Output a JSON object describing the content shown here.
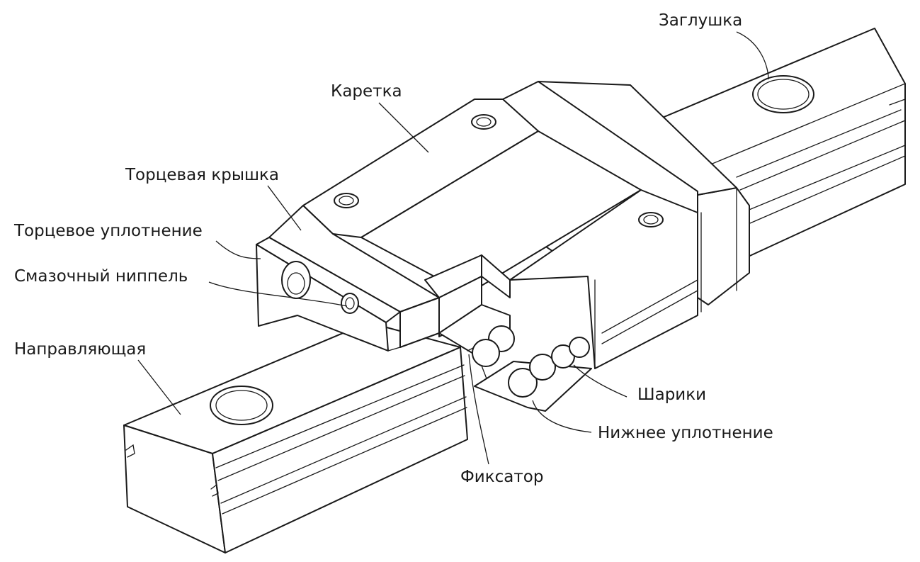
{
  "labels": {
    "plug": "Заглушка",
    "carriage": "Каретка",
    "end_cap": "Торцевая крышка",
    "end_seal": "Торцевое уплотнение",
    "grease_nipple": "Смазочный ниппель",
    "rail": "Направляющая",
    "balls": "Шарики",
    "bottom_seal": "Нижнее уплотнение",
    "retainer": "Фиксатор"
  },
  "colors": {
    "line": "#1a1a1a",
    "fill": "#ffffff"
  }
}
